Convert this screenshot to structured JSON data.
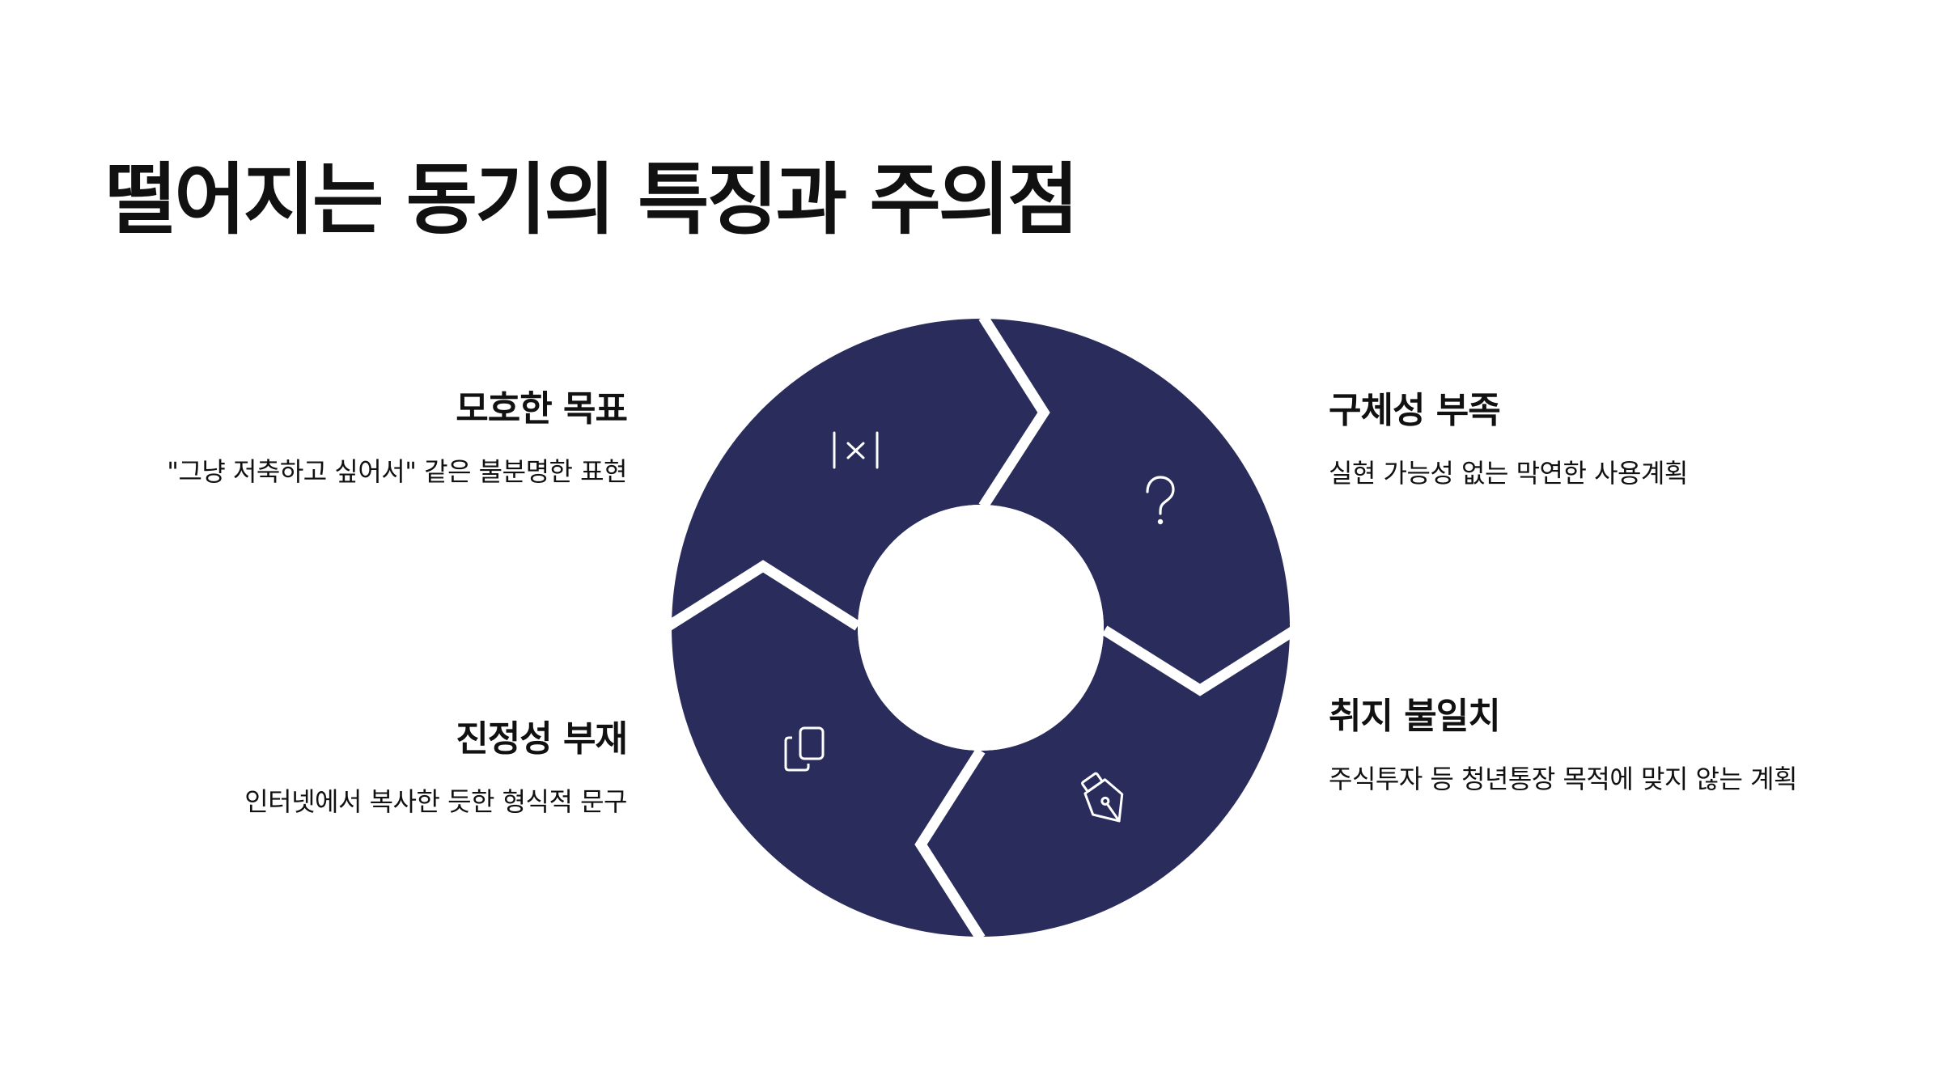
{
  "title": "떨어지는 동기의 특징과 주의점",
  "colors": {
    "segment_fill": "#2a2d5c",
    "background": "#ffffff",
    "icon_stroke": "#ffffff",
    "text": "#111111"
  },
  "items": [
    {
      "key": "tl",
      "heading": "모호한 목표",
      "description": "\"그냥 저축하고 싶어서\" 같은 불분명한 표현",
      "icon": "formula-x-icon",
      "icon_glyph": "|×|"
    },
    {
      "key": "tr",
      "heading": "구체성 부족",
      "description": "실현 가능성 없는 막연한 사용계획",
      "icon": "question-mark-icon",
      "icon_glyph": "?"
    },
    {
      "key": "br",
      "heading": "취지 불일치",
      "description": "주식투자 등 청년통장 목적에 맞지 않는 계획",
      "icon": "pen-nib-icon"
    },
    {
      "key": "bl",
      "heading": "진정성 부재",
      "description": "인터넷에서 복사한 듯한 형식적 문구",
      "icon": "copy-icon"
    }
  ]
}
